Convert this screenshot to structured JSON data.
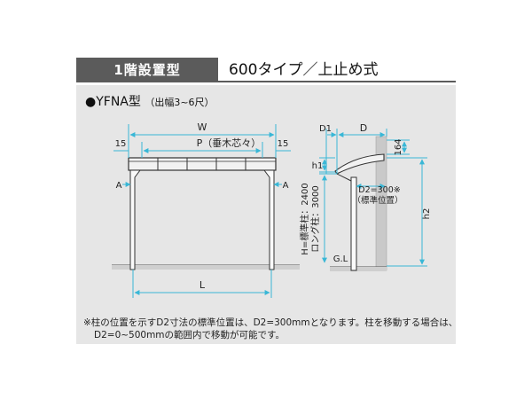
{
  "header": {
    "tab_label": "1階設置型",
    "subtitle": "600タイプ／上止め式"
  },
  "model": {
    "name": "●YFNA型",
    "range": "（出幅3~6尺）"
  },
  "front_view": {
    "w_label": "W",
    "p_label": "P（垂木芯々）",
    "left_offset": "15",
    "right_offset": "15",
    "a_left": "A",
    "a_right": "A",
    "l_label": "L"
  },
  "side_view": {
    "d1_label": "D1",
    "d_label": "D",
    "dim_164": "164",
    "h1_label": "h1",
    "d2_label": "D2=300※",
    "d2_sub": "（標準位置）",
    "h_label": "H=標準柱：2400",
    "h_label2": "ロング柱：3000",
    "h2_label": "h2",
    "gl_label": "G.L"
  },
  "footnote": {
    "line1": "※柱の位置を示すD2寸法の標準位置は、D2=300mmとなります。柱を移動する場合は、",
    "line2": "D2=0~500mmの範囲内で移動が可能です。"
  },
  "colors": {
    "dimension": "#39b7d6",
    "header_bg": "#5b5b5b",
    "panel_bg": "#e6e6e6"
  }
}
